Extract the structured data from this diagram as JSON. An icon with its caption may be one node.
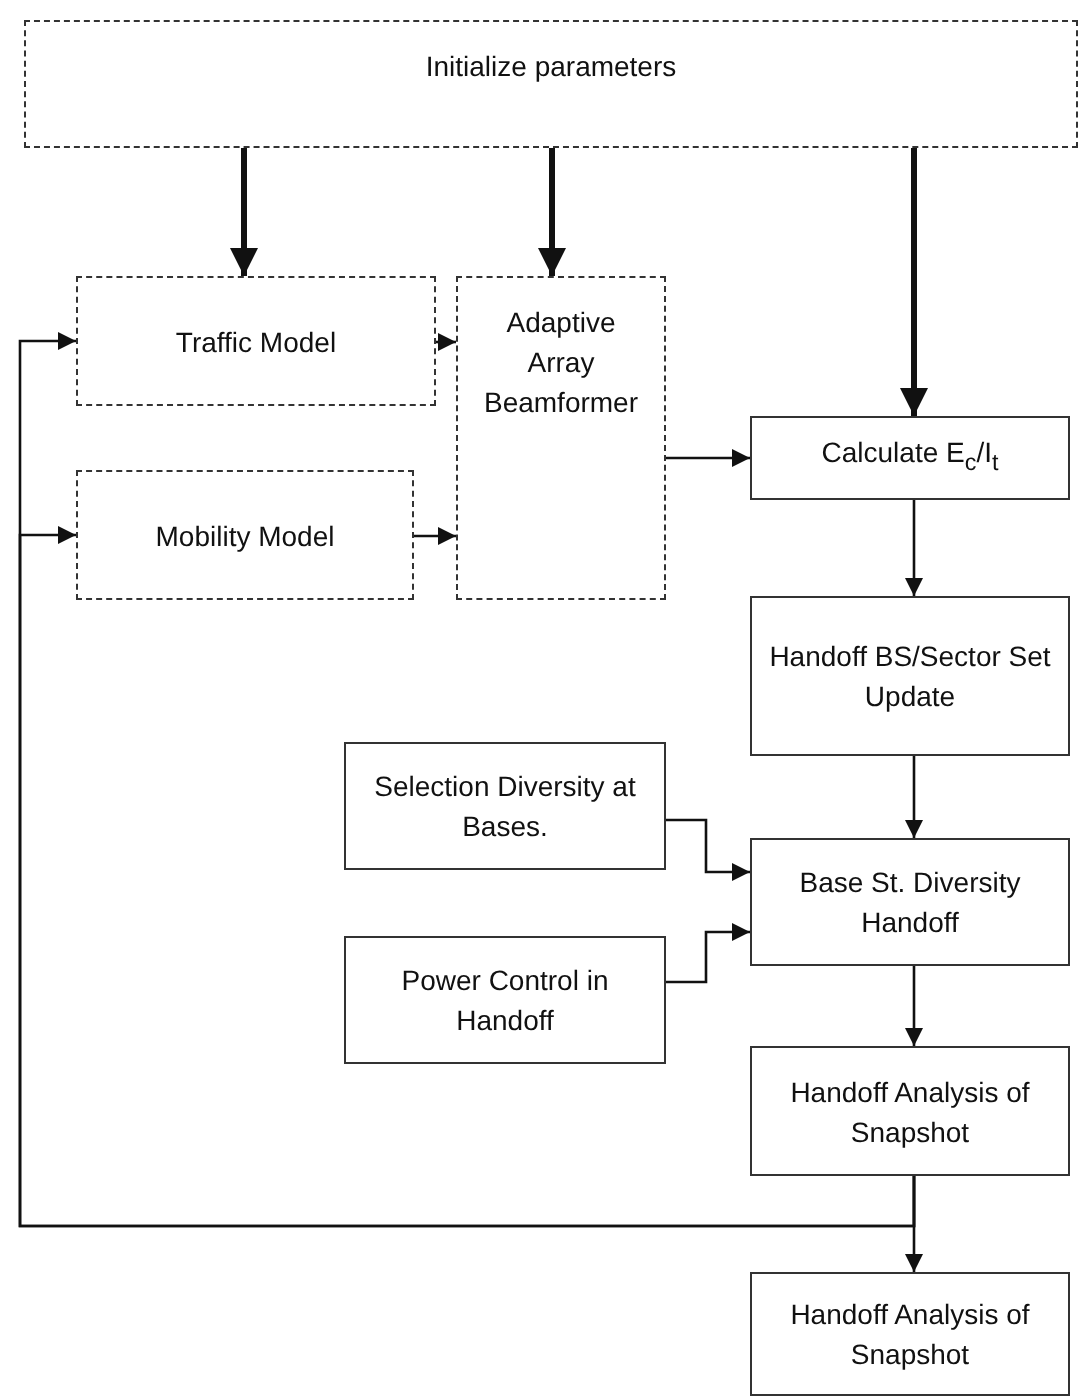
{
  "diagram": {
    "nodes": [
      {
        "text": [
          "Initialize parameters"
        ]
      },
      {
        "text": [
          "Traffic Model"
        ]
      },
      {
        "text": [
          "Mobility Model"
        ]
      },
      {
        "text": [
          "Adaptive Array Beamformer"
        ]
      },
      {
        "text": [
          "Calculate E$_{c}$/I$_{t}$"
        ]
      },
      {
        "text": [
          "Handoff BS/Sector Set Update"
        ]
      },
      {
        "text": [
          "Selection Diversity at Bases."
        ]
      },
      {
        "text": [
          "Base St. Diversity Handoff"
        ]
      },
      {
        "text": [
          "Power Control in Handoff"
        ]
      },
      {
        "text": [
          "Handoff Analysis of Snapshot"
        ]
      },
      {
        "text": [
          "Handoff Analysis of Snapshot"
        ]
      }
    ],
    "edges": [
      {
        "from": 0,
        "to": 1,
        "arrow": "to",
        "style": "thick"
      },
      {
        "from": 0,
        "to": 3,
        "arrow": "to",
        "style": "thick"
      },
      {
        "from": 0,
        "to": 4,
        "arrow": "to",
        "style": "thick"
      },
      {
        "from": 1,
        "to": 3,
        "arrow": "to"
      },
      {
        "from": 2,
        "to": 3,
        "arrow": "to"
      },
      {
        "from": 3,
        "to": 4,
        "arrow": "to"
      },
      {
        "from": 4,
        "to": 5,
        "arrow": "to"
      },
      {
        "from": 5,
        "to": 7,
        "arrow": "to"
      },
      {
        "from": 6,
        "to": 7,
        "arrow": "to"
      },
      {
        "from": 8,
        "to": 7,
        "arrow": "to"
      },
      {
        "from": 7,
        "to": 9,
        "arrow": "to"
      },
      {
        "from": 9,
        "to": 10,
        "arrow": "to"
      },
      {
        "from": 9,
        "to": 1,
        "arrow": "to"
      },
      {
        "from": 9,
        "to": 2,
        "arrow": "to"
      }
    ]
  }
}
